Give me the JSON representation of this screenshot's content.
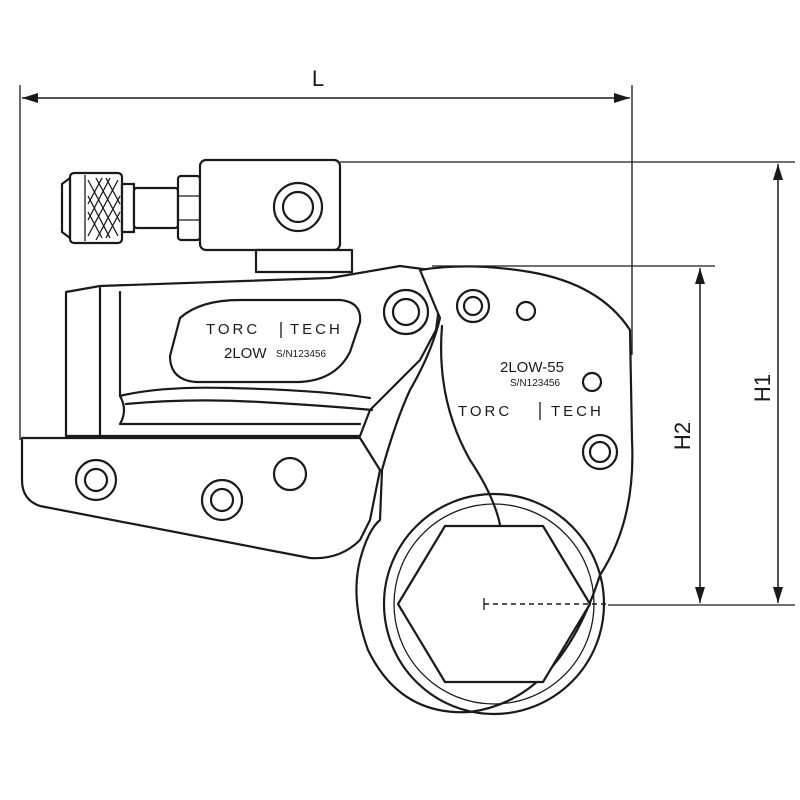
{
  "dimensions": {
    "length_label": "L",
    "height1_label": "H1",
    "height2_label": "H2"
  },
  "cassette_plate": {
    "brand": "TORC",
    "brand_right": "TECH",
    "model": "2LOW",
    "serial": "S/N123456"
  },
  "head_plate": {
    "model": "2LOW-55",
    "serial": "S/N123456",
    "brand": "TORC",
    "brand_right": "TECH"
  },
  "colors": {
    "line": "#1a1a1a",
    "background": "#ffffff"
  }
}
